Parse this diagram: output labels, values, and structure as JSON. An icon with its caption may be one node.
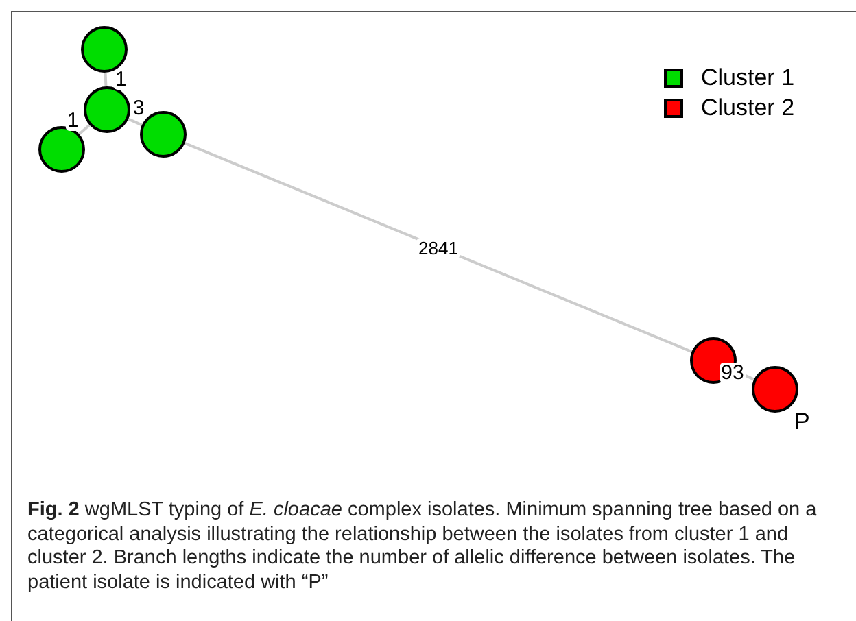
{
  "diagram": {
    "caption": "**Fig. 2**  wgMLST typing of *E. cloacae* complex isolates. Minimum spanning tree based on a categorical analysis illustrating the relationship between the isolates from cluster 1 and cluster 2. Branch lengths indicate the number of allelic difference between isolates. The patient isolate is indicated with “P”",
    "nodes": [
      {
        "text": [],
        "shape": "circle"
      },
      {
        "text": [],
        "shape": "circle"
      },
      {
        "text": [],
        "shape": "circle"
      },
      {
        "text": [],
        "shape": "circle"
      },
      {
        "text": [],
        "shape": "circle"
      },
      {
        "text": [],
        "shape": "circle",
        "beside": [
          "P"
        ]
      }
    ],
    "edges": [
      {
        "from": 0,
        "to": 1,
        "arrow": "none",
        "label": "1"
      },
      {
        "from": 2,
        "to": 1,
        "arrow": "none",
        "label": "1"
      },
      {
        "from": 1,
        "to": 3,
        "arrow": "none",
        "label": "3"
      },
      {
        "from": 3,
        "to": 4,
        "arrow": "none",
        "label": "2841"
      },
      {
        "from": 4,
        "to": 5,
        "arrow": "none",
        "label": "93"
      }
    ],
    "legend": [
      {
        "text": "Cluster 1",
        "color": "#00dd00"
      },
      {
        "text": "Cluster 2",
        "color": "#ff0000"
      }
    ]
  }
}
